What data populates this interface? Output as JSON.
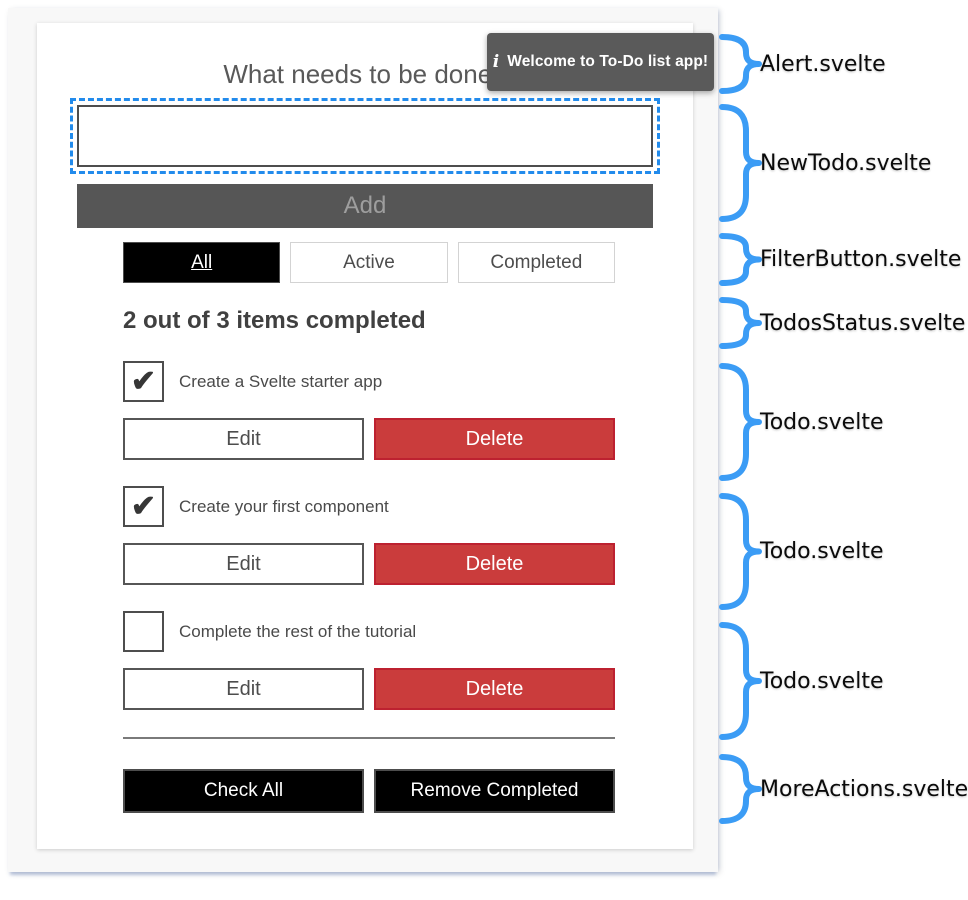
{
  "app": {
    "alert": {
      "icon_glyph": "i",
      "message": "Welcome to To-Do list app!"
    },
    "new_todo": {
      "heading": "What needs to be done?",
      "input_value": "",
      "add_label": "Add"
    },
    "filters": [
      {
        "label": "All",
        "selected": true
      },
      {
        "label": "Active",
        "selected": false
      },
      {
        "label": "Completed",
        "selected": false
      }
    ],
    "status": "2 out of 3 items completed",
    "todos": [
      {
        "label": "Create a Svelte starter app",
        "checked": true,
        "check_glyph": "✔",
        "edit_label": "Edit",
        "delete_label": "Delete"
      },
      {
        "label": "Create your first component",
        "checked": true,
        "check_glyph": "✔",
        "edit_label": "Edit",
        "delete_label": "Delete"
      },
      {
        "label": "Complete the rest of the tutorial",
        "checked": false,
        "check_glyph": "",
        "edit_label": "Edit",
        "delete_label": "Delete"
      }
    ],
    "more_actions": {
      "check_all_label": "Check All",
      "remove_completed_label": "Remove Completed"
    }
  },
  "annotations": [
    {
      "label": "Alert.svelte"
    },
    {
      "label": "NewTodo.svelte"
    },
    {
      "label": "FilterButton.svelte"
    },
    {
      "label": "TodosStatus.svelte"
    },
    {
      "label": "Todo.svelte"
    },
    {
      "label": "Todo.svelte"
    },
    {
      "label": "Todo.svelte"
    },
    {
      "label": "MoreActions.svelte"
    }
  ],
  "colors": {
    "annotation_blue": "#3b9cf5",
    "focus_blue": "#228bec",
    "danger_red": "#ca3c3c",
    "alert_bg": "#5a5a5a",
    "primary_black": "#000000"
  }
}
